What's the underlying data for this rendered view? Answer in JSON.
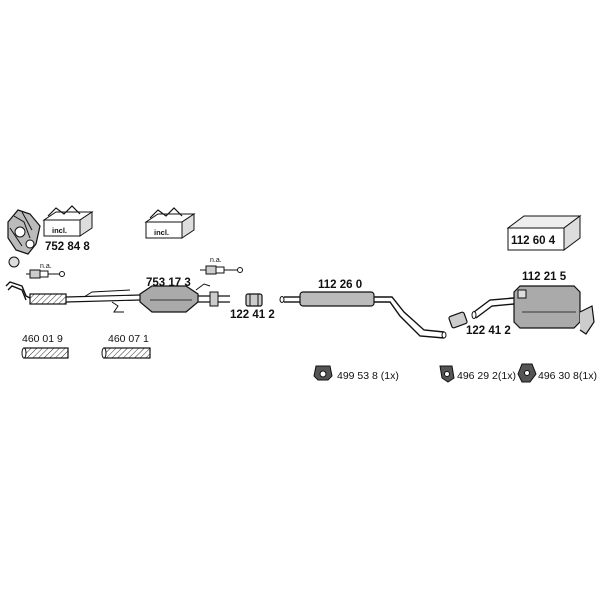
{
  "parts": {
    "manifold_kit": {
      "label": "752 84 8",
      "box_label": "incl."
    },
    "second_kit": {
      "box_label": "incl."
    },
    "catalyst": {
      "label": "753 17 3"
    },
    "sensor_note_left": {
      "label": "n.a."
    },
    "sensor_note_right": {
      "label": "n.a."
    },
    "clamp_left": {
      "label": "122 41 2"
    },
    "flex_pipe_1": {
      "label": "460 01 9"
    },
    "flex_pipe_2": {
      "label": "460 07 1"
    },
    "middle_silencer": {
      "label": "112 26 0"
    },
    "clamp_right": {
      "label": "122 41 2"
    },
    "rear_silencer": {
      "label": "112 21 5"
    },
    "mounting_kit": {
      "label": "112 60 4"
    },
    "rubber_mount_1": {
      "label": "499 53 8 (1x)"
    },
    "rubber_mount_2": {
      "label": "496 29 2(1x)"
    },
    "rubber_mount_3": {
      "label": "496 30 8(1x)"
    }
  }
}
